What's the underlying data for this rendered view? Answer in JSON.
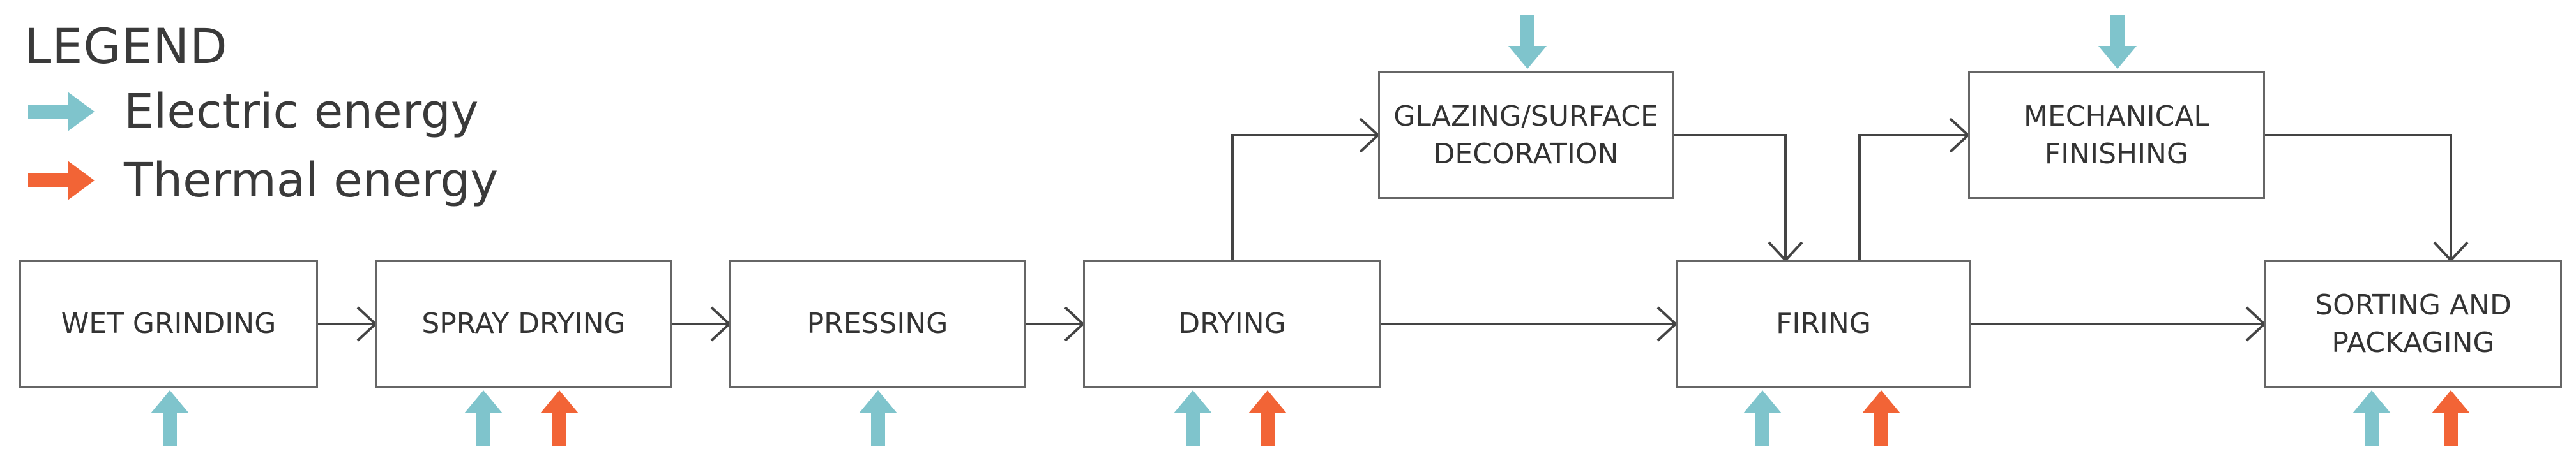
{
  "legend": {
    "title": "LEGEND",
    "items": [
      {
        "label": "Electric energy",
        "color": "#7fc4cc",
        "icon": "electric-arrow-icon"
      },
      {
        "label": "Thermal energy",
        "color": "#f26436",
        "icon": "thermal-arrow-icon"
      }
    ]
  },
  "colors": {
    "electric": "#7fc4cc",
    "thermal": "#f26436",
    "line": "#444444",
    "border": "#666666"
  },
  "steps": [
    {
      "id": "wet-grinding",
      "label": "WET GRINDING",
      "electric": true,
      "thermal": false
    },
    {
      "id": "spray-drying",
      "label": "SPRAY DRYING",
      "electric": true,
      "thermal": true
    },
    {
      "id": "pressing",
      "label": "PRESSING",
      "electric": true,
      "thermal": false
    },
    {
      "id": "drying",
      "label": "DRYING",
      "electric": true,
      "thermal": true
    },
    {
      "id": "glazing",
      "label": "GLAZING/SURFACE DECORATION",
      "electric": true,
      "thermal": false
    },
    {
      "id": "firing",
      "label": "FIRING",
      "electric": true,
      "thermal": true
    },
    {
      "id": "mechanical-finishing",
      "label": "MECHANICAL FINISHING",
      "electric": true,
      "thermal": false
    },
    {
      "id": "sorting-packaging",
      "label": "SORTING AND PACKAGING",
      "electric": true,
      "thermal": true
    }
  ]
}
